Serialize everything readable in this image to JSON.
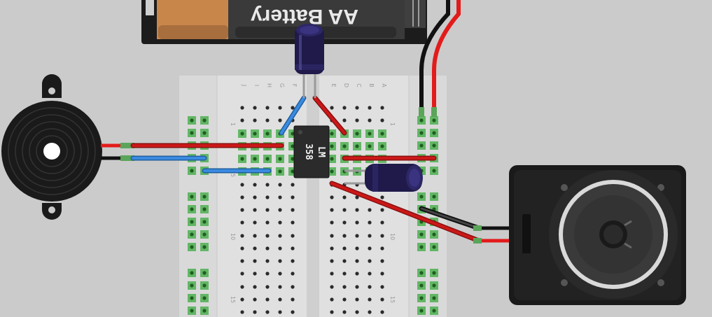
{
  "battery": {
    "label": "AA Battery"
  },
  "chip": {
    "line1": "LM",
    "line2": "358"
  },
  "breadboard": {
    "left_columns": [
      "J",
      "I",
      "H",
      "G",
      "F"
    ],
    "right_columns": [
      "E",
      "D",
      "C",
      "B",
      "A"
    ],
    "row_numbers": [
      "1",
      "5",
      "10",
      "15"
    ]
  },
  "colors": {
    "wire_red": "#cc1111",
    "wire_blue": "#2f7fd0",
    "wire_black": "#222222",
    "capacitor": "#1f1a4a",
    "chip_body": "#2a2a2a",
    "hole_active": "#4caf50"
  }
}
